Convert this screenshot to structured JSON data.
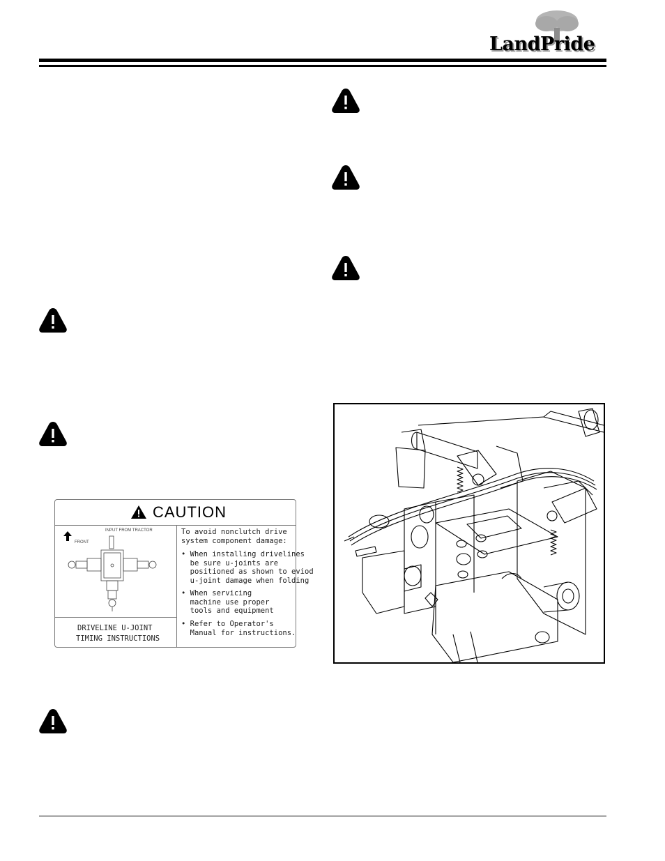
{
  "header": {
    "logo_text": "LandPride",
    "logo_title": "Land Pride"
  },
  "caution_decal": {
    "title": "CAUTION",
    "input_label": "INPUT FROM TRACTOR",
    "front_label": "FRONT",
    "timing_line1": "DRIVELINE U-JOINT",
    "timing_line2": "TIMING INSTRUCTIONS",
    "intro": "To avoid nonclutch drive\nsystem component damage:",
    "bullet1": "• When installing drivelines\n  be sure u-joints are\n  positioned as shown to eviod\n  u-joint damage when folding",
    "bullet2": "• When servicing\n  machine use proper\n  tools and equipment",
    "bullet3": "• Refer to Operator's\n  Manual for instructions."
  },
  "colors": {
    "ink": "#000000",
    "decal_border": "#7a7a7a",
    "logo_shadow": "#9a9a9a"
  },
  "icons": [
    "warning-triangle-icon",
    "tree-logo-icon",
    "caution-triangle-icon",
    "front-arrow-icon"
  ]
}
